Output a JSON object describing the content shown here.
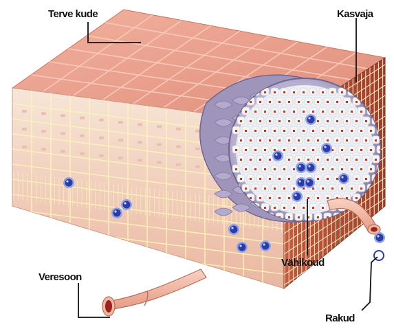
{
  "labels": {
    "healthy_tissue": "Terve kude",
    "tumor": "Kasvaja",
    "blood_vessel": "Veresoon",
    "tumor_tissue": "Vähikoud",
    "immune_cells": "Rakud"
  },
  "colors": {
    "block_top": "#eba08e",
    "block_grid": "#f8c9b8",
    "block_front": "#f6dfd0",
    "block_side": "#b04a38",
    "tissue_lines": "#fff3b8",
    "tumor_fill": "#f1f2f6",
    "tumor_rim": "#8e85ad",
    "cell_dot": "#2d3aa8",
    "cell_ring": "#8ea6e8",
    "vessel": "#f3b9a3",
    "vessel_lumen": "#9e2222"
  },
  "icons": {
    "immune_cell": "blue-dot-cell-icon"
  }
}
